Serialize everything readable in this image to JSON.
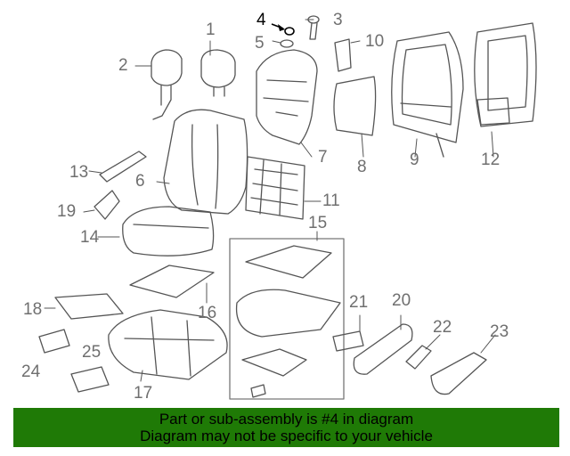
{
  "callouts": {
    "c1": "1",
    "c2": "2",
    "c3": "3",
    "c4": "4",
    "c5": "5",
    "c6": "6",
    "c7": "7",
    "c8": "8",
    "c9": "9",
    "c10": "10",
    "c11": "11",
    "c12": "12",
    "c13": "13",
    "c14": "14",
    "c15": "15",
    "c16": "16",
    "c17": "17",
    "c18": "18",
    "c19": "19",
    "c20": "20",
    "c21": "21",
    "c22": "22",
    "c23": "23",
    "c24": "24",
    "c25": "25"
  },
  "highlighted_part": "4",
  "banner": {
    "line1": "Part or sub-assembly is #4 in diagram",
    "line2": "Diagram may not be specific to your vehicle",
    "color": "#1f7a06"
  }
}
